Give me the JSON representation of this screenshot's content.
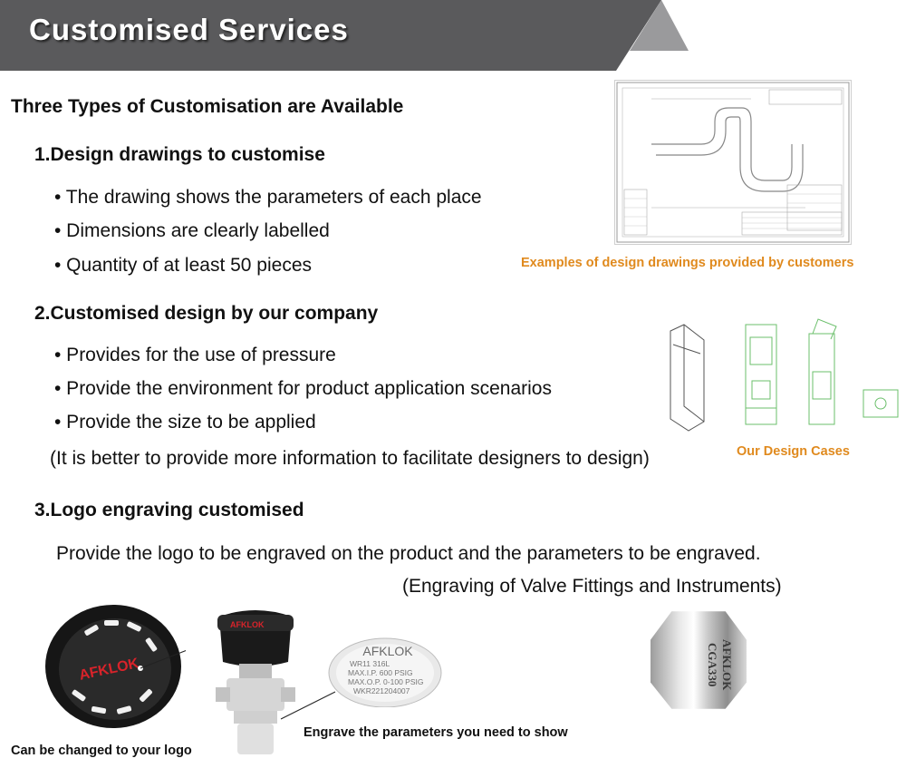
{
  "header": {
    "title": "Customised Services"
  },
  "intro": {
    "heading": "Three Types of Customisation are Available"
  },
  "section1": {
    "heading": "1.Design drawings to customise",
    "bullets": [
      "• The drawing shows the parameters of each place",
      "• Dimensions are clearly labelled",
      "• Quantity of at least 50 pieces"
    ],
    "caption": "Examples of design drawings provided by customers"
  },
  "section2": {
    "heading": "2.Customised design by our company",
    "bullets": [
      "• Provides for the use of pressure",
      "• Provide the environment for product application scenarios",
      "• Provide the size to be applied"
    ],
    "note": "(It is better to provide more information to facilitate designers to design)",
    "caption": "Our Design Cases"
  },
  "section3": {
    "heading": "3.Logo engraving customised",
    "line1": "Provide the logo to be engraved on the product and the parameters to be engraved.",
    "line2": "(Engraving of Valve Fittings and Instruments)",
    "caption_logo": "Can be changed to your logo",
    "caption_params": "Engrave the parameters you need to show"
  },
  "engraving": {
    "knob_logo": "AFKLOK",
    "regulator_logo": "AFKLOK",
    "plate_lines": [
      "AFKLOK",
      "WR11 316L",
      "MAX.I.P. 600 PSIG",
      "MAX.O.P. 0-100 PSIG",
      "WKR221204007"
    ],
    "fitting_lines": [
      "AFKLOK",
      "CGA330"
    ]
  }
}
